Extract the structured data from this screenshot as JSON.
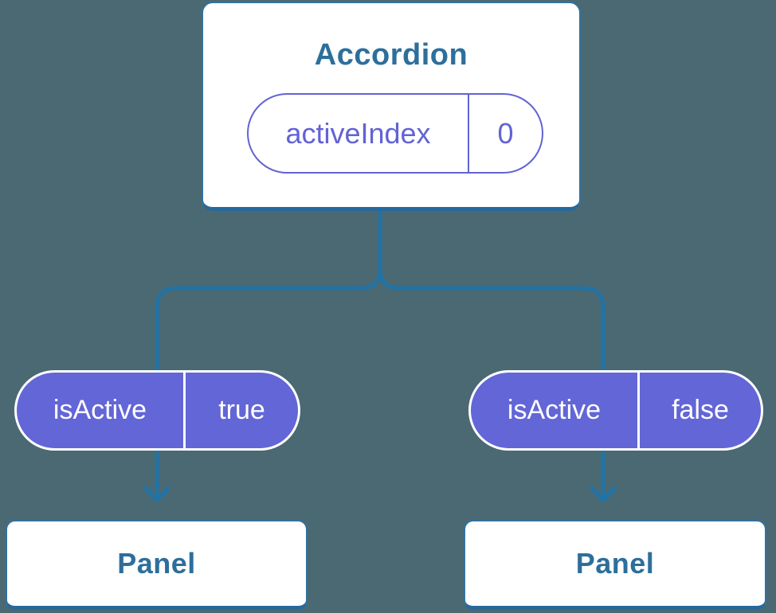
{
  "colors": {
    "background": "#4b6972",
    "connector": "#2173a6",
    "node-border": "#33719e",
    "node-border-bottom": "#26699c",
    "node-title": "#2d6f9b",
    "state-accent": "#6263d4",
    "prop-fill": "#6366d6",
    "prop-text": "#ffffff"
  },
  "tree": {
    "root": {
      "title": "Accordion",
      "state_name": "activeIndex",
      "state_value": "0"
    },
    "branches": [
      {
        "prop_name": "isActive",
        "prop_value": "true",
        "node_title": "Panel"
      },
      {
        "prop_name": "isActive",
        "prop_value": "false",
        "node_title": "Panel"
      }
    ]
  }
}
